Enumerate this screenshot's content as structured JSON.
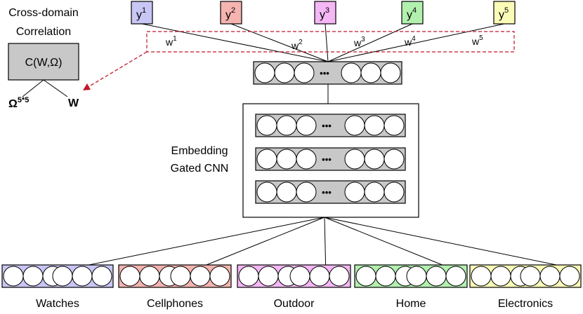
{
  "correlation": {
    "title_line1": "Cross-domain",
    "title_line2": "Correlation",
    "box_label": "C(W,Ω)",
    "omega_label": "Ω",
    "omega_superscript": "5*5",
    "w_label": "W"
  },
  "outputs": [
    {
      "base": "y",
      "sup": "1",
      "color": "#c7c6f5"
    },
    {
      "base": "y",
      "sup": "2",
      "color": "#f5b4b0"
    },
    {
      "base": "y",
      "sup": "3",
      "color": "#f5b7f5"
    },
    {
      "base": "y",
      "sup": "4",
      "color": "#b2f0ae"
    },
    {
      "base": "y",
      "sup": "5",
      "color": "#fbfbb8"
    }
  ],
  "weights": [
    {
      "base": "w",
      "sup": "1"
    },
    {
      "base": "w",
      "sup": "2"
    },
    {
      "base": "w",
      "sup": "3"
    },
    {
      "base": "w",
      "sup": "4"
    },
    {
      "base": "w",
      "sup": "5"
    }
  ],
  "cnn": {
    "line1": "Embedding",
    "line2": "Gated CNN"
  },
  "ellipsis": "•••",
  "inputs": [
    {
      "label": "Watches",
      "color": "#c7c6f5"
    },
    {
      "label": "Cellphones",
      "color": "#f5b4b0"
    },
    {
      "label": "Outdoor",
      "color": "#f5b7f5"
    },
    {
      "label": "Home",
      "color": "#b2f0ae"
    },
    {
      "label": "Electronics",
      "color": "#fbfbb8"
    }
  ],
  "colors": {
    "shared_fill": "#c8c8c8",
    "dashed_red": "#c0182a",
    "correlation_box": "#c8c8c8"
  }
}
